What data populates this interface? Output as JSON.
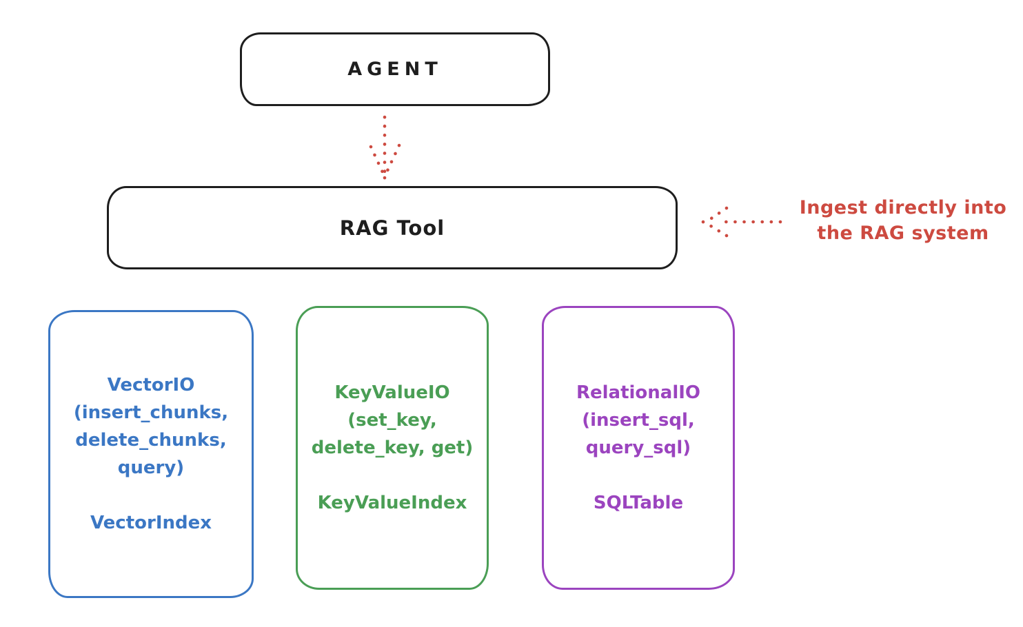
{
  "diagram": {
    "agent": {
      "label": "AGENT"
    },
    "rag_tool": {
      "label": "RAG Tool"
    },
    "annotation": {
      "line1": "Ingest directly into",
      "line2": "the RAG system"
    },
    "boxes": [
      {
        "name": "vector-io",
        "title": "VectorIO\n(insert_chunks,\ndelete_chunks,\nquery)",
        "index_label": "VectorIndex",
        "color": "#3b77c4"
      },
      {
        "name": "keyvalue-io",
        "title": "KeyValueIO\n(set_key,\ndelete_key, get)",
        "index_label": "KeyValueIndex",
        "color": "#4a9e55"
      },
      {
        "name": "relational-io",
        "title": "RelationalIO\n(insert_sql,\nquery_sql)",
        "index_label": "SQLTable",
        "color": "#9b44bf"
      }
    ],
    "colors": {
      "stroke_black": "#1e1e1e",
      "annotation_red": "#cd4a40",
      "vector_blue": "#3b77c4",
      "keyvalue_green": "#4a9e55",
      "relational_purple": "#9b44bf",
      "background": "#ffffff"
    }
  }
}
